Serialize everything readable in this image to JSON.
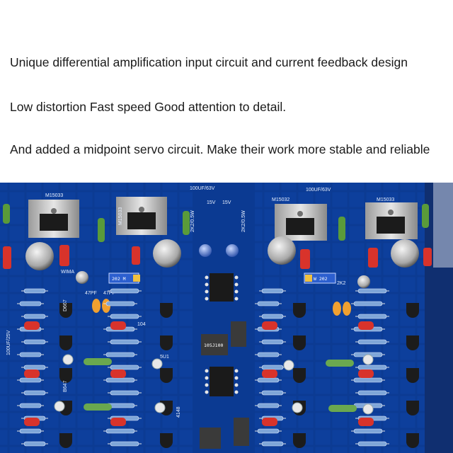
{
  "captions": [
    "Unique differential amplification input circuit and current feedback design",
    "Low distortion Fast speed Good attention to detail.",
    "And added a midpoint servo circuit. Make their work more stable and reliable"
  ],
  "board": {
    "silkscreen": {
      "cap_top_left": "100UF/63V",
      "cap_top_right": "100UF/63V",
      "chip_a": "M15033",
      "chip_b": "M15033",
      "chip_c": "M15032",
      "chip_d": "M15033",
      "v15a": "15V",
      "v15b": "15V",
      "res_2k2a": "2K2/0.5W",
      "res_2k2b": "2K2/0.5W",
      "pot_left": "202 M",
      "pot_right": "W 202",
      "cap_47pf_a": "47PF",
      "cap_47pf_b": "47PF",
      "lbl_104": "104",
      "lbl_5u1": "5U1",
      "lbl_105j": "105J100",
      "lbl_wima": "WIMA",
      "lbl_2k2": "2K2",
      "lbl_100uf25v": "100UF/25V",
      "lbl_4148": "4148",
      "lbl_b647": "B647",
      "lbl_d667": "D667"
    },
    "colors": {
      "pcb": "#0d3f9c",
      "pcb_dark": "#082b73",
      "heatsink": "#c8c8c8",
      "red_cap": "#d8332b",
      "orange_cap": "#f0a030",
      "ic": "#1a1a1a"
    }
  }
}
